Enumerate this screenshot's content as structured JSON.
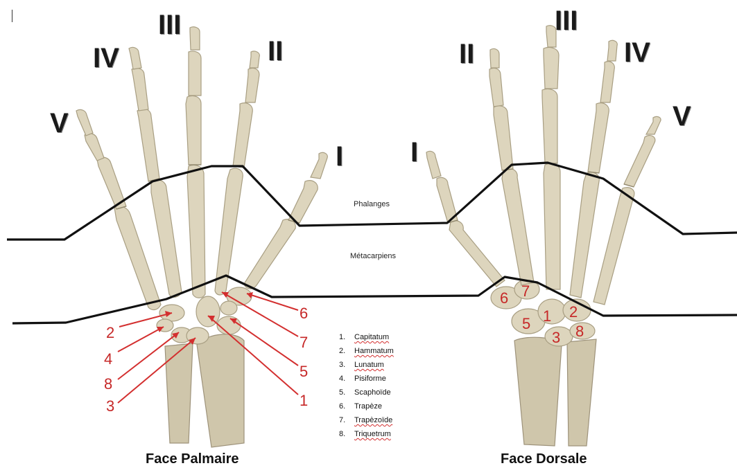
{
  "roman_numerals": {
    "palmar": {
      "v": "V",
      "iv": "IV",
      "iii": "III",
      "ii": "II",
      "i": "I"
    },
    "dorsal": {
      "i": "I",
      "ii": "II",
      "iii": "III",
      "iv": "IV",
      "v": "V"
    }
  },
  "regions": {
    "phalanges": "Phalanges",
    "metacarpals": "Métacarpiens"
  },
  "palmar_numbers": {
    "n2": "2",
    "n4": "4",
    "n8": "8",
    "n3": "3",
    "n6": "6",
    "n7": "7",
    "n5": "5",
    "n1": "1"
  },
  "dorsal_numbers": {
    "n6": "6",
    "n7": "7",
    "n5": "5",
    "n1": "1",
    "n2": "2",
    "n3": "3",
    "n8": "8"
  },
  "legend": [
    {
      "num": "1.",
      "name": "Capitatum"
    },
    {
      "num": "2.",
      "name": "Hammatum"
    },
    {
      "num": "3.",
      "name": "Lunatum"
    },
    {
      "num": "4.",
      "name": "Pisiforme"
    },
    {
      "num": "5.",
      "name": "Scaphoïde"
    },
    {
      "num": "6.",
      "name": "Trapèze"
    },
    {
      "num": "7.",
      "name": "Trapèzoïde"
    },
    {
      "num": "8.",
      "name": "Triquetrum"
    }
  ],
  "titles": {
    "palmar": "Face Palmaire",
    "dorsal": "Face Dorsale"
  },
  "colors": {
    "bone": "#ddd5bd",
    "label_red": "#c62828",
    "boundary_line": "#111111"
  }
}
